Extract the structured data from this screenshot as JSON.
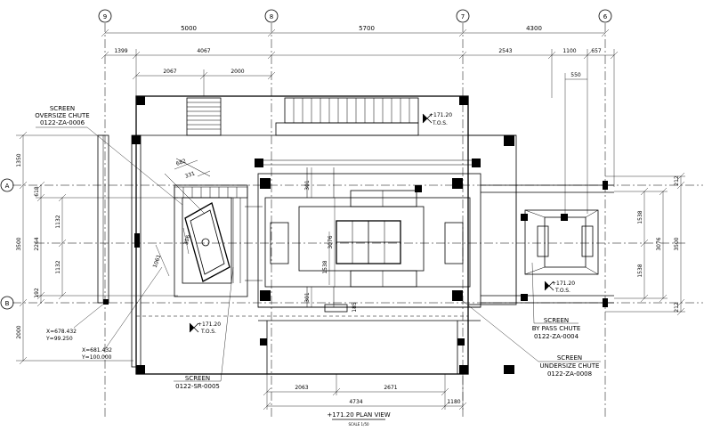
{
  "grid_labels": {
    "g9": "9",
    "g8": "8",
    "g7": "7",
    "g6": "6",
    "gA": "A",
    "gB": "B"
  },
  "top_dims": {
    "row1": [
      "5000",
      "5700",
      "4300"
    ],
    "row2": [
      "1399",
      "4067",
      "2543",
      "1100",
      "657"
    ],
    "row3": [
      "2067",
      "2000",
      "550"
    ]
  },
  "left_dims": {
    "outer": [
      "1350",
      "3500",
      "2000"
    ],
    "inner": [
      "618",
      "2264",
      "192"
    ],
    "inner2": [
      "1132",
      "1132"
    ]
  },
  "right_dims": {
    "outer": [
      "212",
      "3500",
      "212"
    ],
    "inner": [
      "3076"
    ],
    "inner2": [
      "1538",
      "1538"
    ]
  },
  "bottom_dims": {
    "row1": [
      "2063",
      "2671"
    ],
    "row2": [
      "4734",
      "1180"
    ]
  },
  "inner_dims": {
    "d682": "682",
    "d331": "331",
    "d306": "306",
    "d1061": "1061",
    "d301a": "301",
    "d301b": "301",
    "d3076": "3076",
    "d1538": "1538",
    "d185": "185"
  },
  "elevations": {
    "e1": {
      "value": "+171.20",
      "label": "T.O.S."
    },
    "e2": {
      "value": "+171.20",
      "label": "T.O.S."
    },
    "e3": {
      "value": "+171.20",
      "label": "T.O.S."
    }
  },
  "coordinates": {
    "c1": {
      "x": "X=678.432",
      "y": "Y=99.250"
    },
    "c2": {
      "x": "X=681.432",
      "y": "Y=100.000"
    }
  },
  "callouts": {
    "oversize": [
      "SCREEN",
      "OVERSIZE CHUTE",
      "0122-ZA-0006"
    ],
    "screen": [
      "SCREEN",
      "0122-SR-0005"
    ],
    "bypass": [
      "SCREEN",
      "BY PASS CHUTE",
      "0122-ZA-0004"
    ],
    "undersize": [
      "SCREEN",
      "UNDERSIZE CHUTE",
      "0122-ZA-0008"
    ]
  },
  "title": {
    "main": "+171.20 PLAN VIEW",
    "scale": "SCALE 1/50"
  }
}
